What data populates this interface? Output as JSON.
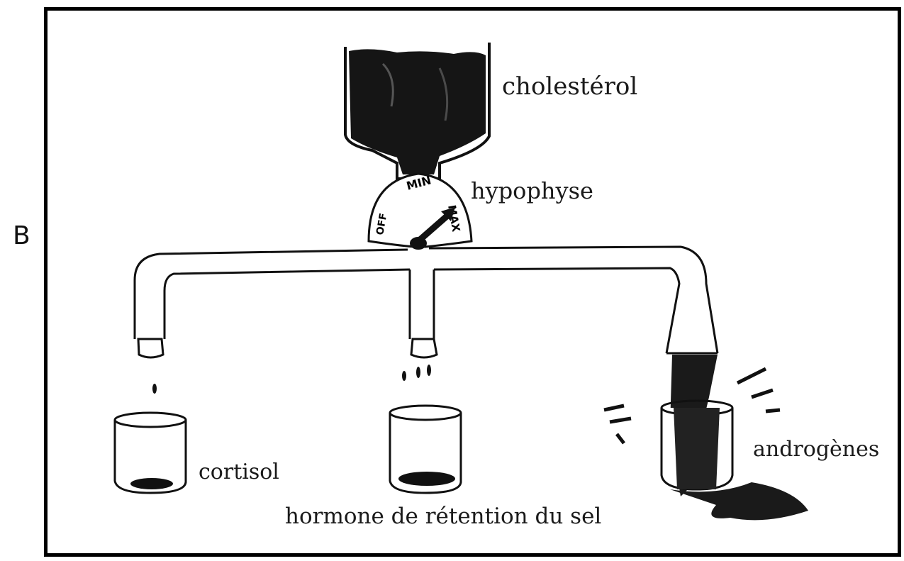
{
  "panel_letter": "B",
  "labels": {
    "source": "cholestérol",
    "regulator": "hypophyse",
    "output_left": "cortisol",
    "output_middle": "hormone de rétention du sel",
    "output_right": "androgènes"
  },
  "dial": {
    "off": "OFF",
    "min": "MIN",
    "max": "MAX"
  }
}
